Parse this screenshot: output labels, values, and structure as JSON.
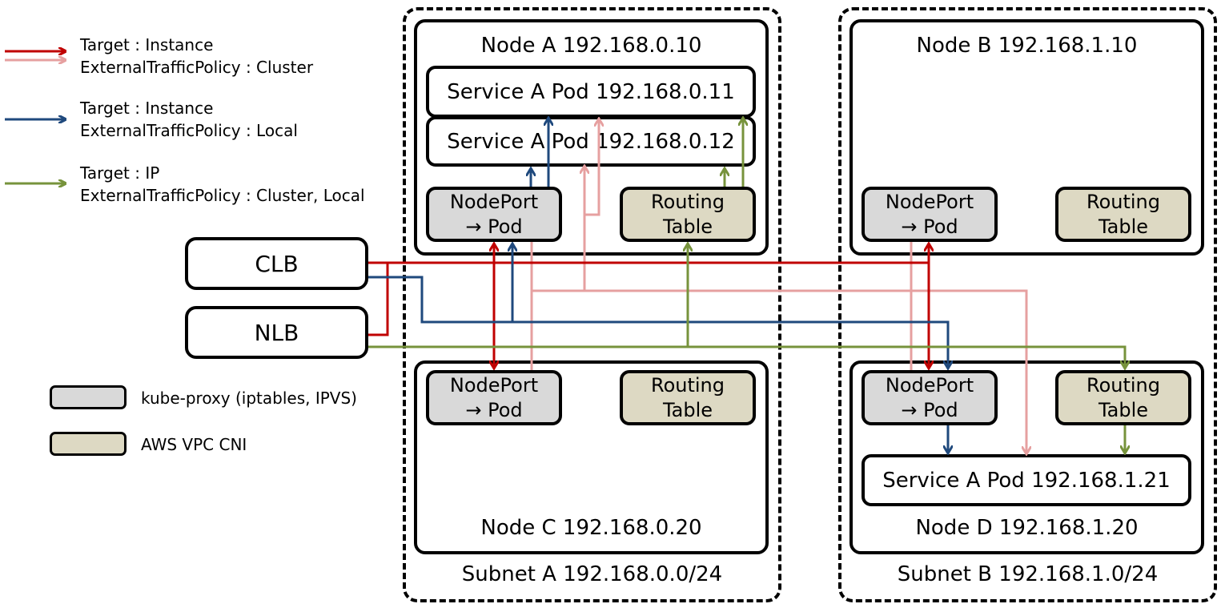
{
  "colors": {
    "red": "#c00000",
    "pink": "#e6a0a0",
    "blue": "#1f497d",
    "green": "#77933c",
    "kube_proxy": "#d9d9d9",
    "vpc_cni": "#ddd9c3"
  },
  "legend": {
    "items": [
      {
        "line1": "Target : Instance",
        "line2": "ExternalTrafficPolicy : Cluster"
      },
      {
        "line1": "Target : Instance",
        "line2": "ExternalTrafficPolicy : Local"
      },
      {
        "line1": "Target : IP",
        "line2": "ExternalTrafficPolicy : Cluster, Local"
      }
    ],
    "kube_proxy": "kube-proxy (iptables, IPVS)",
    "vpc_cni": "AWS VPC CNI"
  },
  "load_balancers": {
    "clb": "CLB",
    "nlb": "NLB"
  },
  "subnets": {
    "a": "Subnet A 192.168.0.0/24",
    "b": "Subnet B 192.168.1.0/24"
  },
  "nodes": {
    "a": {
      "title": "Node A 192.168.0.10",
      "pod1": "Service A Pod 192.168.0.11",
      "pod2": "Service A Pod 192.168.0.12"
    },
    "b": {
      "title": "Node B 192.168.1.10"
    },
    "c": {
      "title": "Node C 192.168.0.20"
    },
    "d": {
      "title": "Node D 192.168.1.20",
      "pod1": "Service A Pod 192.168.1.21"
    }
  },
  "components": {
    "nodeport_line1": "NodePort",
    "nodeport_line2": "→ Pod",
    "routing_line1": "Routing",
    "routing_line2": "Table"
  }
}
